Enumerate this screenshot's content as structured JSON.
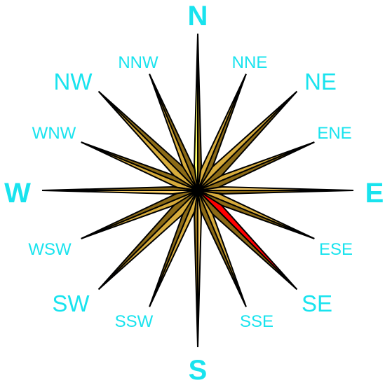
{
  "colors": {
    "label": "#19e3ee",
    "outline": "#000000",
    "dark_facet": "#8b6a16",
    "mid_facet": "#d7ac3c",
    "light_facet": "#ffd36b",
    "bright_facet": "#ffff66",
    "highlight": "#ff0000"
  },
  "highlighted_direction": "SE",
  "labels": {
    "n": "N",
    "s": "S",
    "e": "E",
    "w": "W",
    "ne": "NE",
    "nw": "NW",
    "se": "SE",
    "sw": "SW",
    "nne": "NNE",
    "nnw": "NNW",
    "ene": "ENE",
    "ese": "ESE",
    "sse": "SSE",
    "ssw": "SSW",
    "wnw": "WNW",
    "wsw": "WSW"
  }
}
